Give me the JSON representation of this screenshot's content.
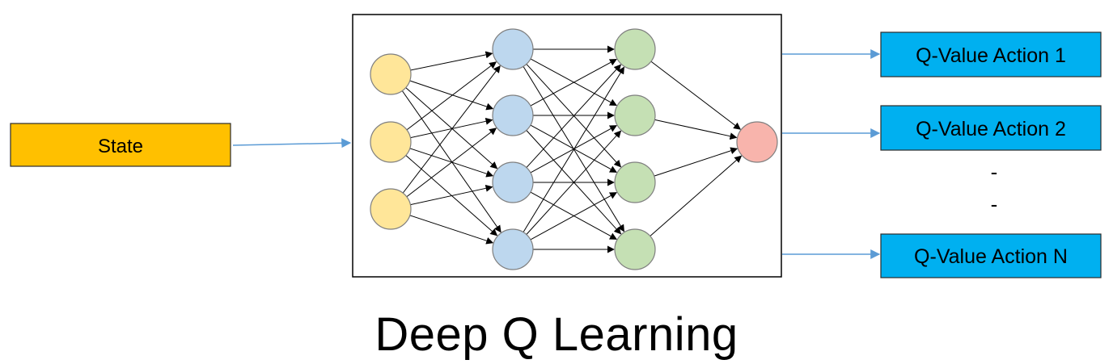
{
  "diagram": {
    "title": "Deep Q Learning",
    "state_label": "State",
    "outputs": [
      "Q-Value Action 1",
      "Q-Value Action 2",
      "Q-Value Action N"
    ],
    "ellipsis": [
      "-",
      "-"
    ],
    "layers": [
      {
        "name": "input",
        "nodes": 3
      },
      {
        "name": "hidden-1",
        "nodes": 4
      },
      {
        "name": "hidden-2",
        "nodes": 4
      },
      {
        "name": "output",
        "nodes": 1
      }
    ],
    "colors": {
      "state_fill": "#FFC000",
      "output_box_fill": "#00B0F0",
      "arrow": "#5B9BD5",
      "input_node": "#FFE699",
      "hidden1_node": "#BDD7EE",
      "hidden2_node": "#C5E0B4",
      "output_node": "#F8B4AC",
      "node_stroke": "#7F7F7F"
    }
  }
}
